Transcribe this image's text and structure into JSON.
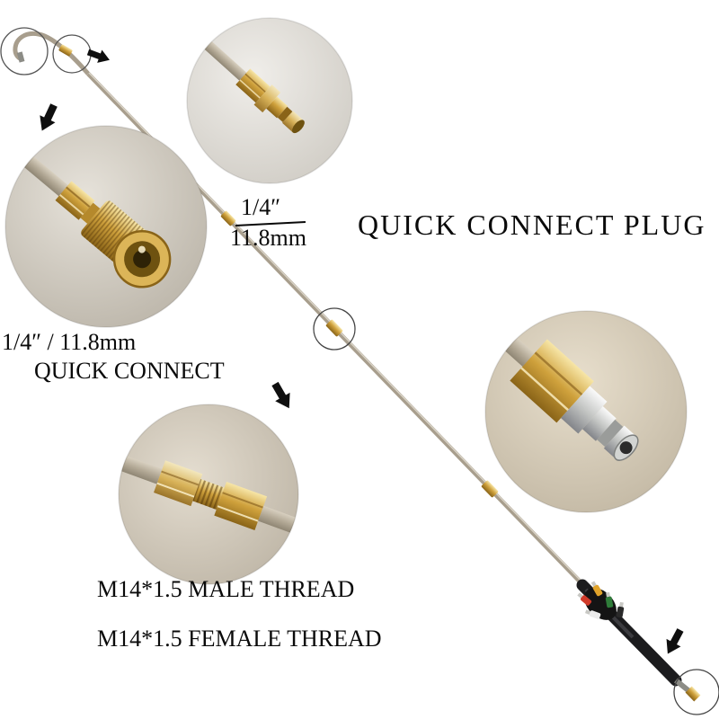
{
  "product": {
    "labels": {
      "fraction_top": "1/4″",
      "fraction_bottom": "11.8mm",
      "quick_connect_plug": "QUICK CONNECT PLUG",
      "left_size": "1/4″ / 11.8mm",
      "left_quick_connect": "QUICK CONNECT",
      "male_thread": "M14*1.5 MALE THREAD",
      "female_thread": "M14*1.5 FEMALE THREAD"
    },
    "colors": {
      "background": "#ffffff",
      "brass": "#cfa13c",
      "brass_dark": "#8a6418",
      "steel": "#c2c4c2",
      "rod": "#a89e8d",
      "handle": "#1c1c1e",
      "text": "#0a0a0a",
      "nozzle_tips": [
        "#d03a2a",
        "#e0a32a",
        "#2f7d3a",
        "#ececec",
        "#2a2a2a"
      ]
    },
    "icons": {
      "arrow_1": "arrow-right-icon",
      "arrow_2": "arrow-down-left-icon",
      "arrow_3": "arrow-down-right-icon",
      "arrow_4": "arrow-down-left-icon"
    }
  }
}
